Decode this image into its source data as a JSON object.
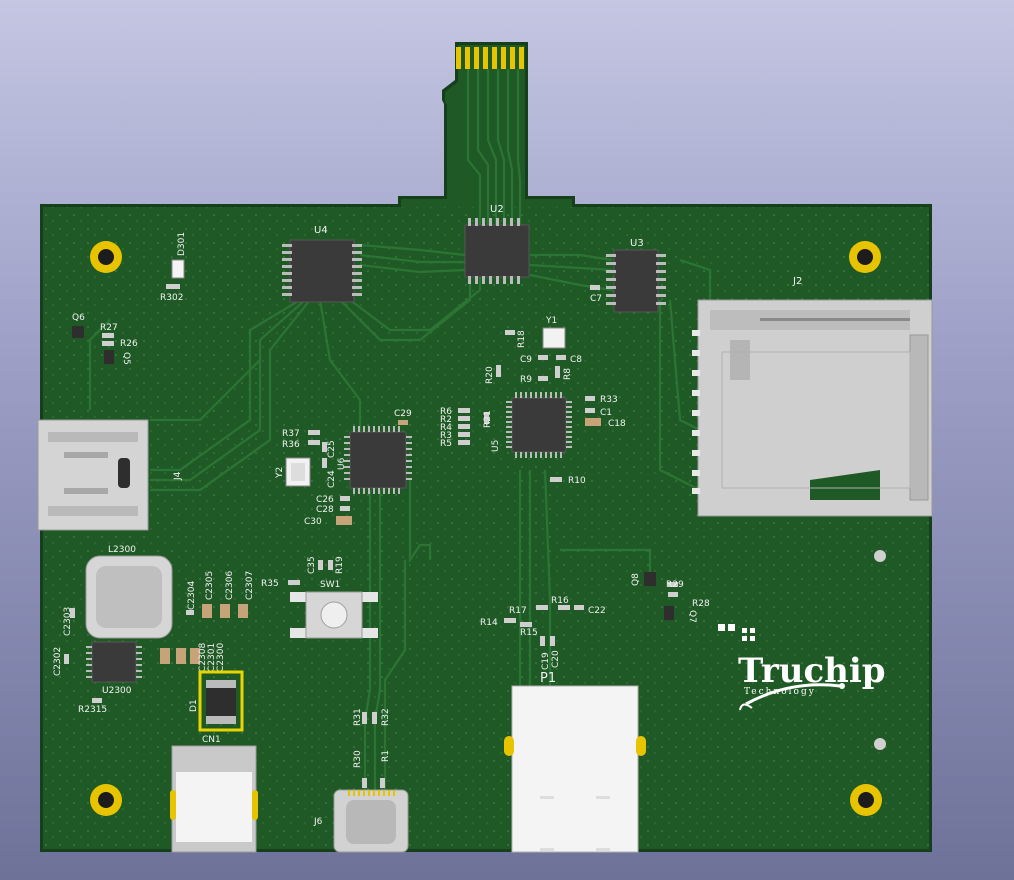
{
  "board": {
    "brand_name": "Truchip",
    "brand_sub": "Technology",
    "colors": {
      "solder_mask": "#1f5a26",
      "trace": "#2c7434",
      "gold": "#e8c400",
      "metal": "#cfcfcf",
      "ic_body": "#3a3a3a",
      "silkscreen": "#f2f2f2"
    }
  },
  "labels": {
    "u4": "U4",
    "u2": "U2",
    "u3": "U3",
    "j2": "J2",
    "d301": "D301",
    "r302": "R302",
    "q6": "Q6",
    "r27": "R27",
    "r26": "R26",
    "q5": "Q5",
    "y1": "Y1",
    "r18": "R18",
    "c9": "C9",
    "c8": "C8",
    "c7": "C7",
    "r20": "R20",
    "r9": "R9",
    "r8": "R8",
    "r33": "R33",
    "c1": "C1",
    "c18": "C18",
    "c29": "C29",
    "r6": "R6",
    "r2": "R2",
    "r4": "R4",
    "r3": "R3",
    "r5": "R5",
    "r21": "R21",
    "u5": "U5",
    "r10": "R10",
    "r37": "R37",
    "r36": "R36",
    "c25": "C25",
    "c24": "C24",
    "u6": "U6",
    "y2": "Y2",
    "c26": "C26",
    "c28": "C28",
    "c30": "C30",
    "j4": "J4",
    "l2300": "L2300",
    "c2304": "C2304",
    "c2305": "C2305",
    "c2306": "C2306",
    "c2307": "C2307",
    "c2303": "C2303",
    "c2302": "C2302",
    "c2308": "C2308",
    "c2301": "C2301",
    "c2300": "C2300",
    "u2300": "U2300",
    "r2315": "R2315",
    "d1": "D1",
    "cn1": "CN1",
    "c35": "C35",
    "r19": "R19",
    "r35": "R35",
    "sw1": "SW1",
    "r31": "R31",
    "r32": "R32",
    "r30": "R30",
    "r1": "R1",
    "j6": "J6",
    "r17": "R17",
    "r16": "R16",
    "c22": "C22",
    "r14": "R14",
    "r15": "R15",
    "c19": "C19",
    "c20": "C20",
    "p1": "P1",
    "q8": "Q8",
    "r29": "R29",
    "r28": "R28",
    "q7": "Q7"
  }
}
